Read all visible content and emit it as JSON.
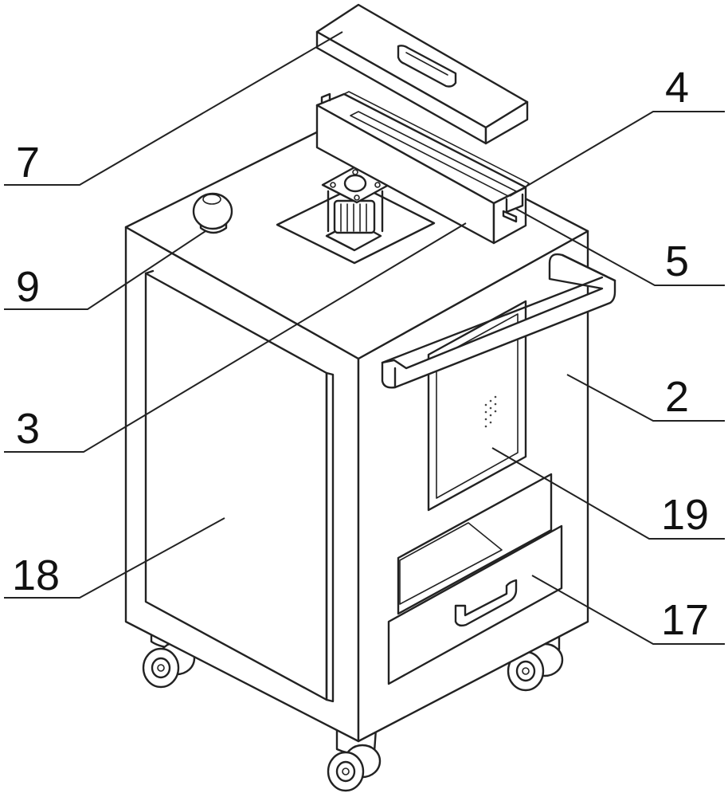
{
  "colors": {
    "line": "#222222",
    "background": "#ffffff",
    "stipple": "#555555"
  },
  "labels": {
    "l7": "7",
    "l4": "4",
    "l9": "9",
    "l5": "5",
    "l2": "2",
    "l3": "3",
    "l19": "19",
    "l18": "18",
    "l17": "17"
  }
}
